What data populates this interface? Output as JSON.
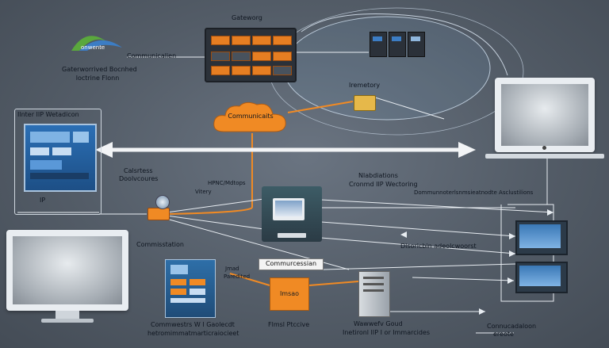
{
  "labels": {
    "top_gateway": "Gateworg",
    "logo_text": "onwente",
    "communication_top": "Communicalien",
    "left_desc_1": "Gaterworrived Bocnhed",
    "left_desc_2": "loctrine Flonn",
    "left_panel_title": "Ilnter IIP Wetadicon",
    "left_panel_ip": "IP",
    "cloud_text": "Communicaits",
    "telemetry": "Iremetory",
    "left_mid_1": "Calsrtess",
    "left_mid_2": "Doolvcoures",
    "mid_note_1": "HPNC/Mdtops",
    "mid_note_2": "Vitery",
    "right_mid_1": "Nlabdiations",
    "right_mid_2": "Cronmd IIP Wectoring",
    "right_far": "Dommunnoterlsnmsieatnodte Asclustilions",
    "commissation": "Commisstation",
    "distribution": "Dlsoricbin adeolcwoorst",
    "commu_tag": "Commurcessian",
    "small_tag_1": "Jmad",
    "small_tag_2": "Paredited",
    "orange_box": "Imsao",
    "bottom_left_1": "Commwestrs W I Gaolecdt",
    "bottom_left_2": "hetromimmatmarticraiocieet",
    "bottom_mid": "Flmsl Ptccive",
    "bottom_right_1": "Wawwefv Goud",
    "bottom_right_2": "Inetironl IIP I or Immarcides",
    "bottom_far_1": "Connucadaloon",
    "bottom_far_2": "ereote"
  },
  "colors": {
    "background": "#535c67",
    "orange": "#e67e22",
    "accent_blue": "#3c7dc4",
    "wire": "#e8edf2"
  },
  "icons": [
    "server-rack-icon",
    "cloud-icon",
    "monitor-icon",
    "laptop-icon",
    "router-icon",
    "folder-icon",
    "storage-icon",
    "tablet-icon"
  ]
}
